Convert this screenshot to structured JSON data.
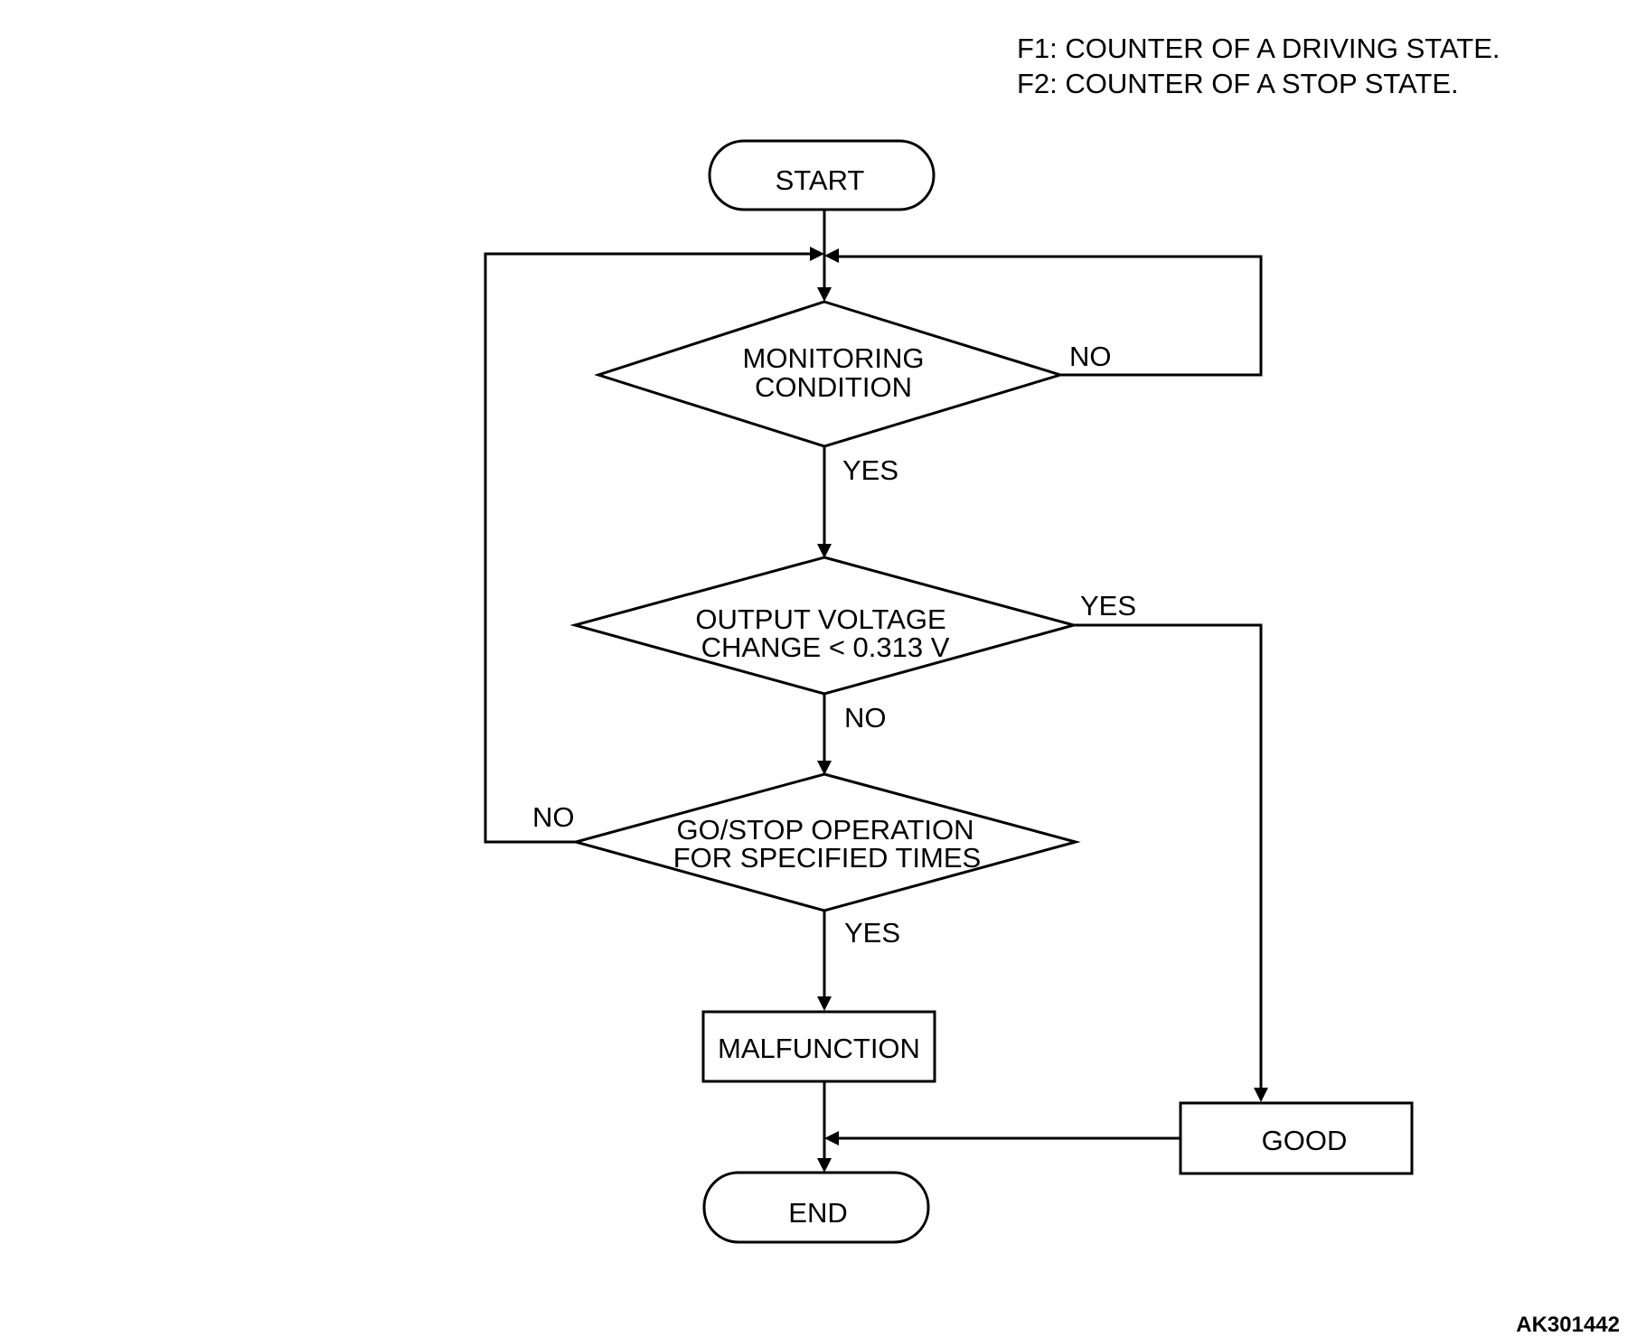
{
  "legend": {
    "line1": "F1: COUNTER OF A DRIVING STATE.",
    "line2": "F2: COUNTER OF A STOP STATE."
  },
  "nodes": {
    "start": "START",
    "monitoring_line1": "MONITORING",
    "monitoring_line2": "CONDITION",
    "voltage_line1": "OUTPUT VOLTAGE",
    "voltage_line2": "CHANGE < 0.313 V",
    "gostop_line1": "GO/STOP OPERATION",
    "gostop_line2": "FOR SPECIFIED TIMES",
    "malfunction": "MALFUNCTION",
    "good": "GOOD",
    "end": "END"
  },
  "edges": {
    "monitoring_no": "NO",
    "monitoring_yes": "YES",
    "voltage_yes": "YES",
    "voltage_no": "NO",
    "gostop_no": "NO",
    "gostop_yes": "YES"
  },
  "figure_id": "AK301442"
}
